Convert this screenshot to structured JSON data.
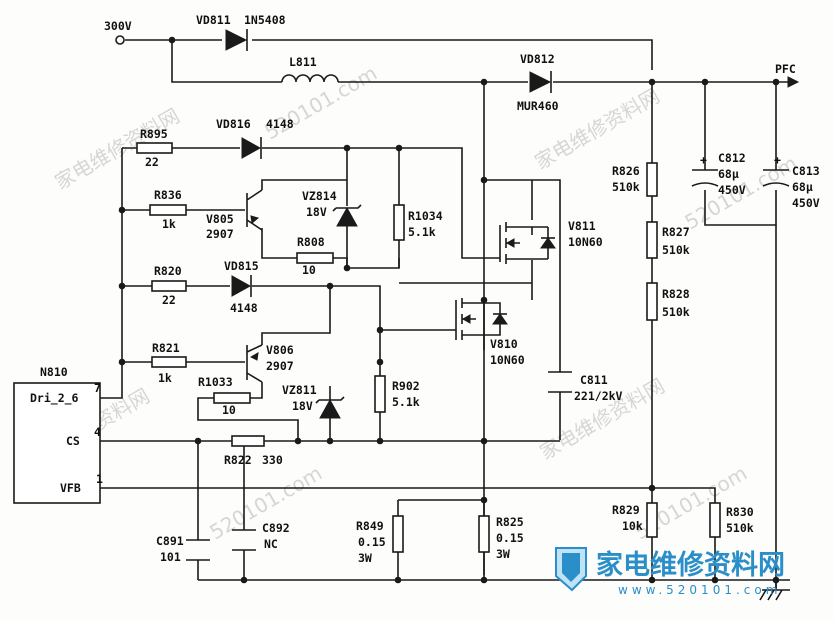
{
  "labels": {
    "in300v": "300V",
    "vd811": "VD811",
    "vd811_part": "1N5408",
    "l811": "L811",
    "vd812": "VD812",
    "vd812_part": "MUR460",
    "pfc": "PFC",
    "r895": "R895",
    "r895_val": "22",
    "vd816": "VD816",
    "vd816_part": "4148",
    "r836": "R836",
    "r836_val": "1k",
    "v805": "V805",
    "v805_part": "2907",
    "vz814": "VZ814",
    "vz814_val": "18V",
    "r808": "R808",
    "r808_val": "10",
    "r1034": "R1034",
    "r1034_val": "5.1k",
    "v811": "V811",
    "v811_part": "10N60",
    "r826": "R826",
    "r826_val": "510k",
    "c812": "C812",
    "c812_val1": "68μ",
    "c812_val2": "450V",
    "c813": "C813",
    "c813_val1": "68μ",
    "c813_val2": "450V",
    "r827": "R827",
    "r827_val": "510k",
    "r820": "R820",
    "r820_val": "22",
    "vd815": "VD815",
    "vd815_part": "4148",
    "r828": "R828",
    "r828_val": "510k",
    "v810": "V810",
    "v810_part": "10N60",
    "n810": "N810",
    "r821": "R821",
    "r821_val": "1k",
    "v806": "V806",
    "v806_part": "2907",
    "c811": "C811",
    "c811_val": "221/2kV",
    "r1033": "R1033",
    "r1033_val": "10",
    "vz811": "VZ811",
    "vz811_val": "18V",
    "r902": "R902",
    "r902_val": "5.1k",
    "pin_dri": "Dri_2_6",
    "pin_dri_num": "7",
    "pin_cs": "CS",
    "pin_cs_num": "4",
    "pin_vfb": "VFB",
    "pin_vfb_num": "1",
    "r822": "R822",
    "r822_val": "330",
    "r829": "R829",
    "r829_val": "10k",
    "r830": "R830",
    "r830_val": "510k",
    "c891": "C891",
    "c891_val": "101",
    "c892": "C892",
    "c892_val": "NC",
    "r849": "R849",
    "r849_val1": "0.15",
    "r849_val2": "3W",
    "r825": "R825",
    "r825_val1": "0.15",
    "r825_val2": "3W",
    "cap_plus": "+"
  },
  "watermark": {
    "text1": "家电维修资料网",
    "text2": "520101.com",
    "logo_text": "家电维修资料网",
    "logo_url": "www.520101.com"
  }
}
